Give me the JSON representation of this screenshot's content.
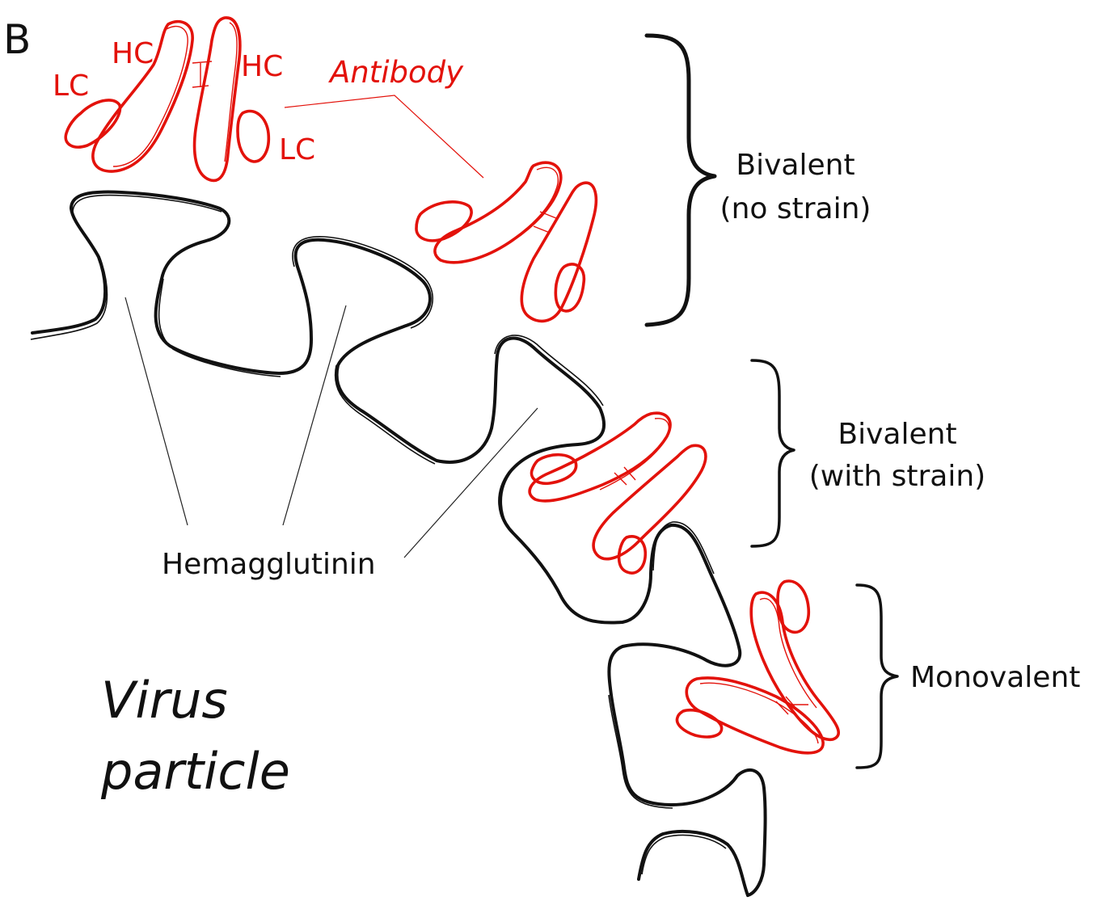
{
  "panel_label": "B",
  "antibody_label": "Antibody",
  "chain_labels": {
    "lc_left": "LC",
    "hc_left": "HC",
    "hc_right": "HC",
    "lc_right": "LC"
  },
  "hemagglutinin_label": "Hemagglutinin",
  "virus_label": {
    "line1": "Virus",
    "line2": "particle"
  },
  "binding_modes": [
    {
      "line1": "Bivalent",
      "line2": "(no strain)"
    },
    {
      "line1": "Bivalent",
      "line2": "(with strain)"
    },
    {
      "line1": "Monovalent",
      "line2": ""
    }
  ],
  "colors": {
    "antibody": "#e3120b",
    "outline": "#111111"
  }
}
